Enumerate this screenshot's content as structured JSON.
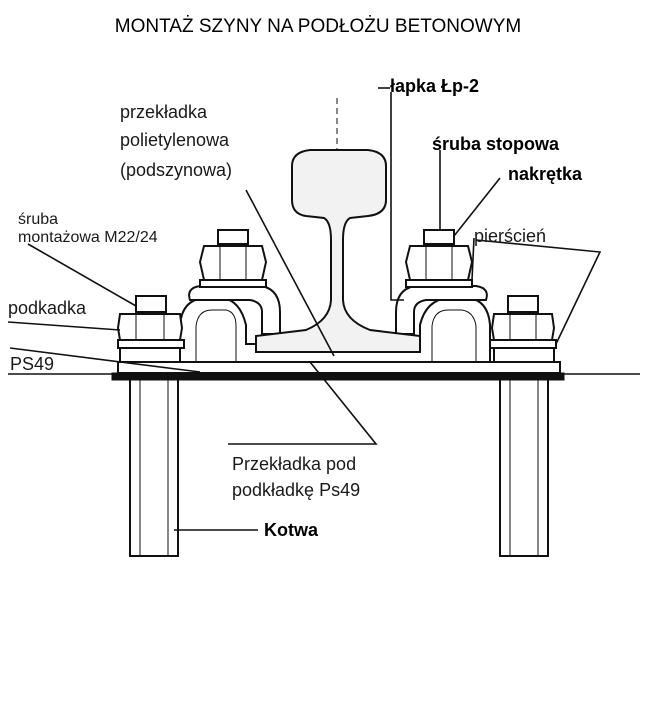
{
  "title": "MONTAŻ SZYNY NA PODŁOŻU BETONOWYM",
  "labels": {
    "lapka": "łapka Łp-2",
    "przekladka_line1": "przekładka",
    "przekladka_line2": "polietylenowa",
    "przekladka_line3": "(podszynowa)",
    "sruba_stopowa": "śruba stopowa",
    "nakretka": "nakrętka",
    "sruba_montazowa_line1": "śruba",
    "sruba_montazowa_line2": "montażowa M22/24",
    "pierscien": "pierścień",
    "podkadka": "podkadka",
    "ps49": "PS49",
    "przekladka_pod_line1": "Przekładka pod",
    "przekladka_pod_line2": "podkładkę Ps49",
    "kotwa": "Kotwa"
  }
}
